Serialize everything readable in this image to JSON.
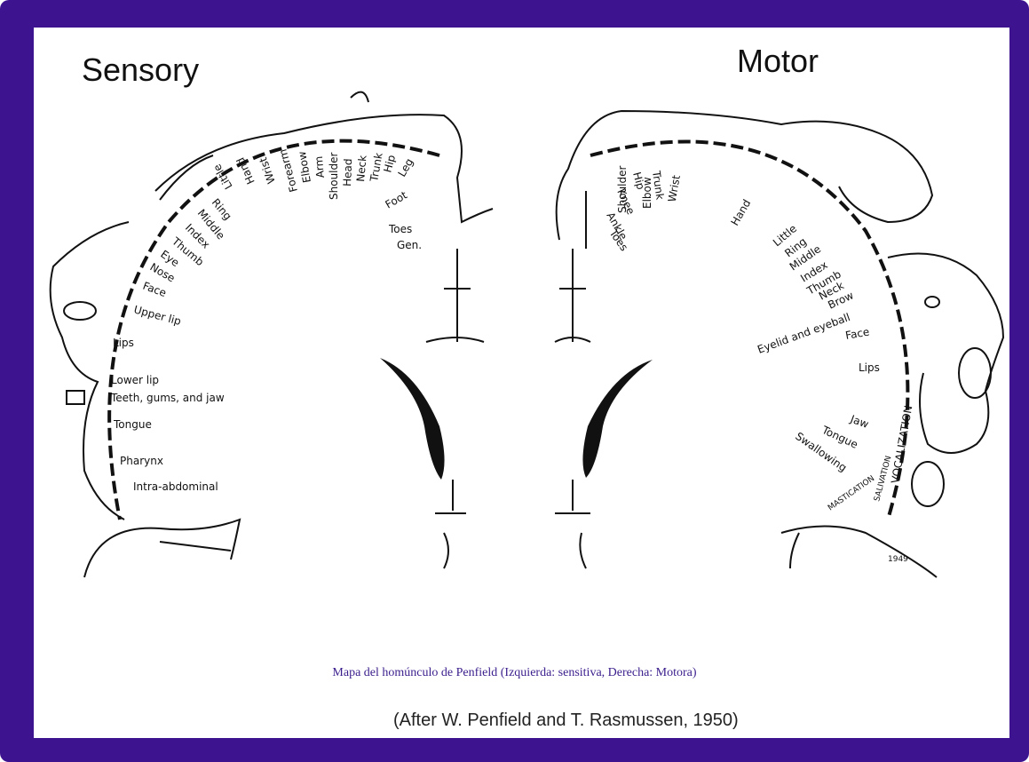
{
  "titles": {
    "left": "Sensory",
    "right": "Motor"
  },
  "caption": "Mapa del homúnculo de Penfield (Izquierda: sensitiva, Derecha: Motora)",
  "credit": "(After W. Penfield and T. Rasmussen, 1950)",
  "colors": {
    "frame": "#3e1390",
    "caption": "#3a1d8c"
  },
  "sensory_labels": [
    "Gen.",
    "Toes",
    "Foot",
    "Leg",
    "Hip",
    "Trunk",
    "Neck",
    "Head",
    "Shoulder",
    "Arm",
    "Elbow",
    "Forearm",
    "Wrist",
    "Hand",
    "Little",
    "Ring",
    "Middle",
    "Index",
    "Thumb",
    "Eye",
    "Nose",
    "Face",
    "Upper lip",
    "Lips",
    "Lower lip",
    "Teeth, gums, and jaw",
    "Tongue",
    "Pharynx",
    "Intra-abdominal"
  ],
  "motor_labels": [
    "Toes",
    "Ankle",
    "Knee",
    "Hip",
    "Trunk",
    "Shoulder",
    "Elbow",
    "Wrist",
    "Hand",
    "Little",
    "Ring",
    "Middle",
    "Index",
    "Thumb",
    "Neck",
    "Brow",
    "Eyelid and eyeball",
    "Face",
    "Lips",
    "Jaw",
    "Tongue",
    "Swallowing"
  ],
  "motor_arc_labels": [
    "VOCALIZATION",
    "SALIVATION",
    "MASTICATION"
  ],
  "signature": "1949"
}
